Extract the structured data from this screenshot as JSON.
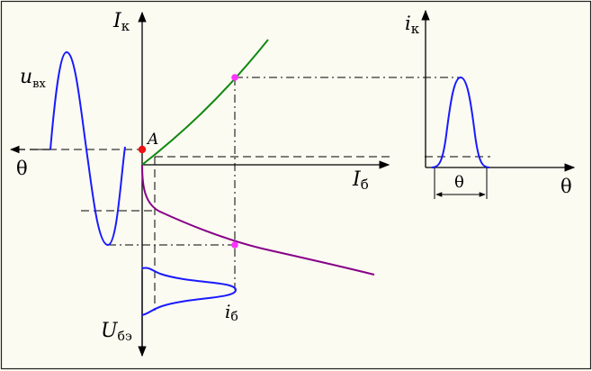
{
  "labels": {
    "collector_current_axis": "I",
    "collector_current_sub": "к",
    "base_current_axis": "I",
    "base_current_sub": "б",
    "base_emitter_voltage_axis": "U",
    "base_emitter_voltage_sub": "бэ",
    "input_voltage": "u",
    "input_voltage_sub": "вх",
    "theta_left": "θ",
    "operating_point": "A",
    "base_current_pulse": "i",
    "base_current_pulse_sub": "б",
    "collector_current_pulse": "i",
    "collector_current_pulse_sub": "к",
    "pulse_width": "θ",
    "theta_right": "θ"
  },
  "colors": {
    "input_signal": "#1a1aff",
    "transfer_curve": "#118811",
    "input_characteristic": "#880088",
    "marker_point": "#ff33ff",
    "operating_point": "#ee1111",
    "border": "#000000",
    "background": "#fbfbf2"
  }
}
